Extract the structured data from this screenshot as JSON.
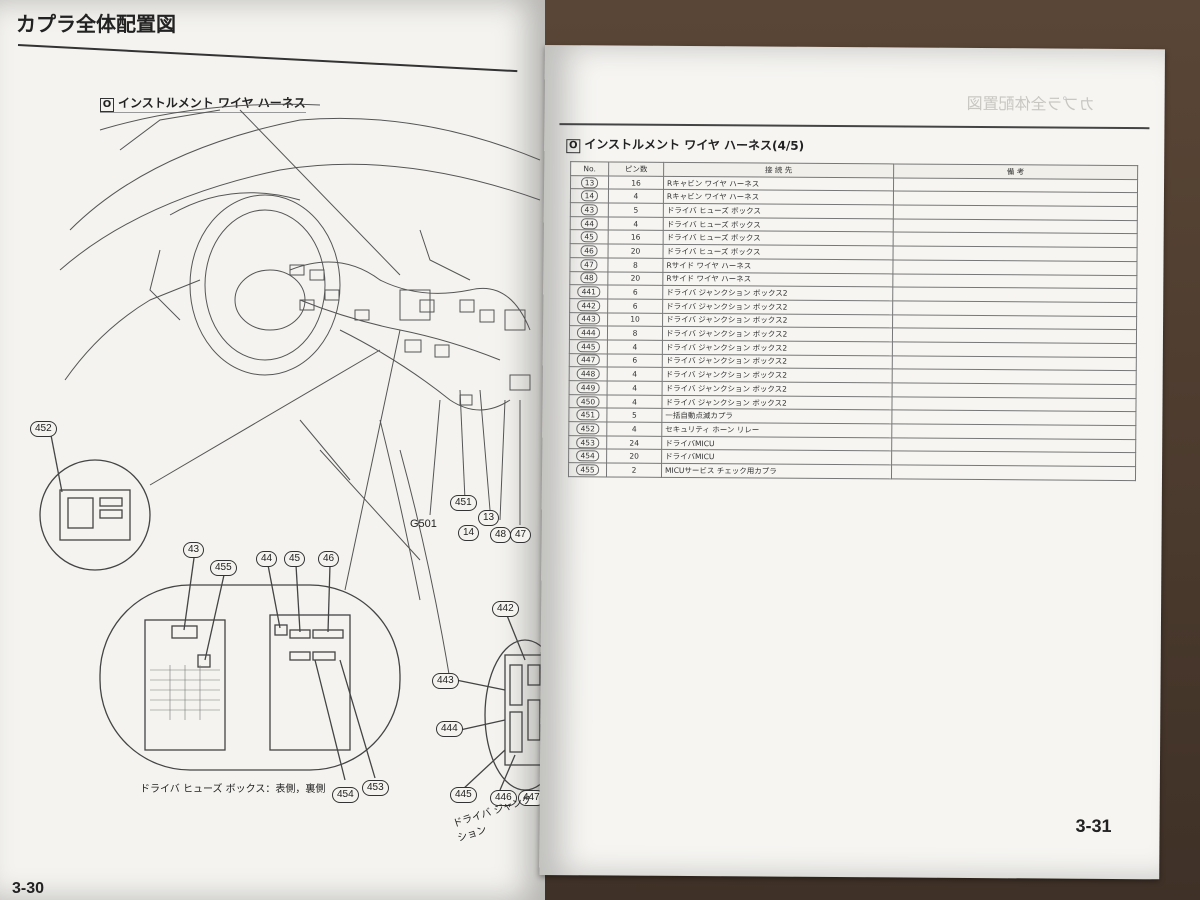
{
  "left_page": {
    "title": "カプラ全体配置図",
    "harness_symbol": "O",
    "harness_label": "インストルメント ワイヤ ハーネス",
    "ground_label": "G501",
    "callouts": [
      "452",
      "451",
      "14",
      "13",
      "48",
      "47",
      "43",
      "455",
      "44",
      "45",
      "46",
      "442",
      "443",
      "444",
      "445",
      "446",
      "447",
      "454",
      "453"
    ],
    "fuse_box_caption": "ドライバ ヒューズ ボックス：表側，裏側",
    "junction_caption": "ドライバ ジャンクション",
    "page_number": "3-30"
  },
  "right_page": {
    "heading_symbol": "O",
    "heading": "インストルメント ワイヤ ハーネス(4/5)",
    "table": {
      "headers": [
        "No.",
        "ピン数",
        "接 続 先",
        "備 考"
      ],
      "rows": [
        {
          "no": "13",
          "pins": "16",
          "dest": "Rキャビン ワイヤ ハーネス"
        },
        {
          "no": "14",
          "pins": "4",
          "dest": "Rキャビン ワイヤ ハーネス"
        },
        {
          "no": "43",
          "pins": "5",
          "dest": "ドライバ ヒューズ ボックス"
        },
        {
          "no": "44",
          "pins": "4",
          "dest": "ドライバ ヒューズ ボックス"
        },
        {
          "no": "45",
          "pins": "16",
          "dest": "ドライバ ヒューズ ボックス"
        },
        {
          "no": "46",
          "pins": "20",
          "dest": "ドライバ ヒューズ ボックス"
        },
        {
          "no": "47",
          "pins": "8",
          "dest": "Rサイド ワイヤ ハーネス"
        },
        {
          "no": "48",
          "pins": "20",
          "dest": "Rサイド ワイヤ ハーネス"
        },
        {
          "no": "441",
          "pins": "6",
          "dest": "ドライバ ジャンクション ボックス2"
        },
        {
          "no": "442",
          "pins": "6",
          "dest": "ドライバ ジャンクション ボックス2"
        },
        {
          "no": "443",
          "pins": "10",
          "dest": "ドライバ ジャンクション ボックス2"
        },
        {
          "no": "444",
          "pins": "8",
          "dest": "ドライバ ジャンクション ボックス2"
        },
        {
          "no": "445",
          "pins": "4",
          "dest": "ドライバ ジャンクション ボックス2"
        },
        {
          "no": "447",
          "pins": "6",
          "dest": "ドライバ ジャンクション ボックス2"
        },
        {
          "no": "448",
          "pins": "4",
          "dest": "ドライバ ジャンクション ボックス2"
        },
        {
          "no": "449",
          "pins": "4",
          "dest": "ドライバ ジャンクション ボックス2"
        },
        {
          "no": "450",
          "pins": "4",
          "dest": "ドライバ ジャンクション ボックス2"
        },
        {
          "no": "451",
          "pins": "5",
          "dest": "一括自動点滅カプラ"
        },
        {
          "no": "452",
          "pins": "4",
          "dest": "セキュリティ ホーン リレー"
        },
        {
          "no": "453",
          "pins": "24",
          "dest": "ドライバMICU"
        },
        {
          "no": "454",
          "pins": "20",
          "dest": "ドライバMICU"
        },
        {
          "no": "455",
          "pins": "2",
          "dest": "MICUサービス チェック用カプラ"
        }
      ]
    },
    "page_number": "3-31"
  }
}
